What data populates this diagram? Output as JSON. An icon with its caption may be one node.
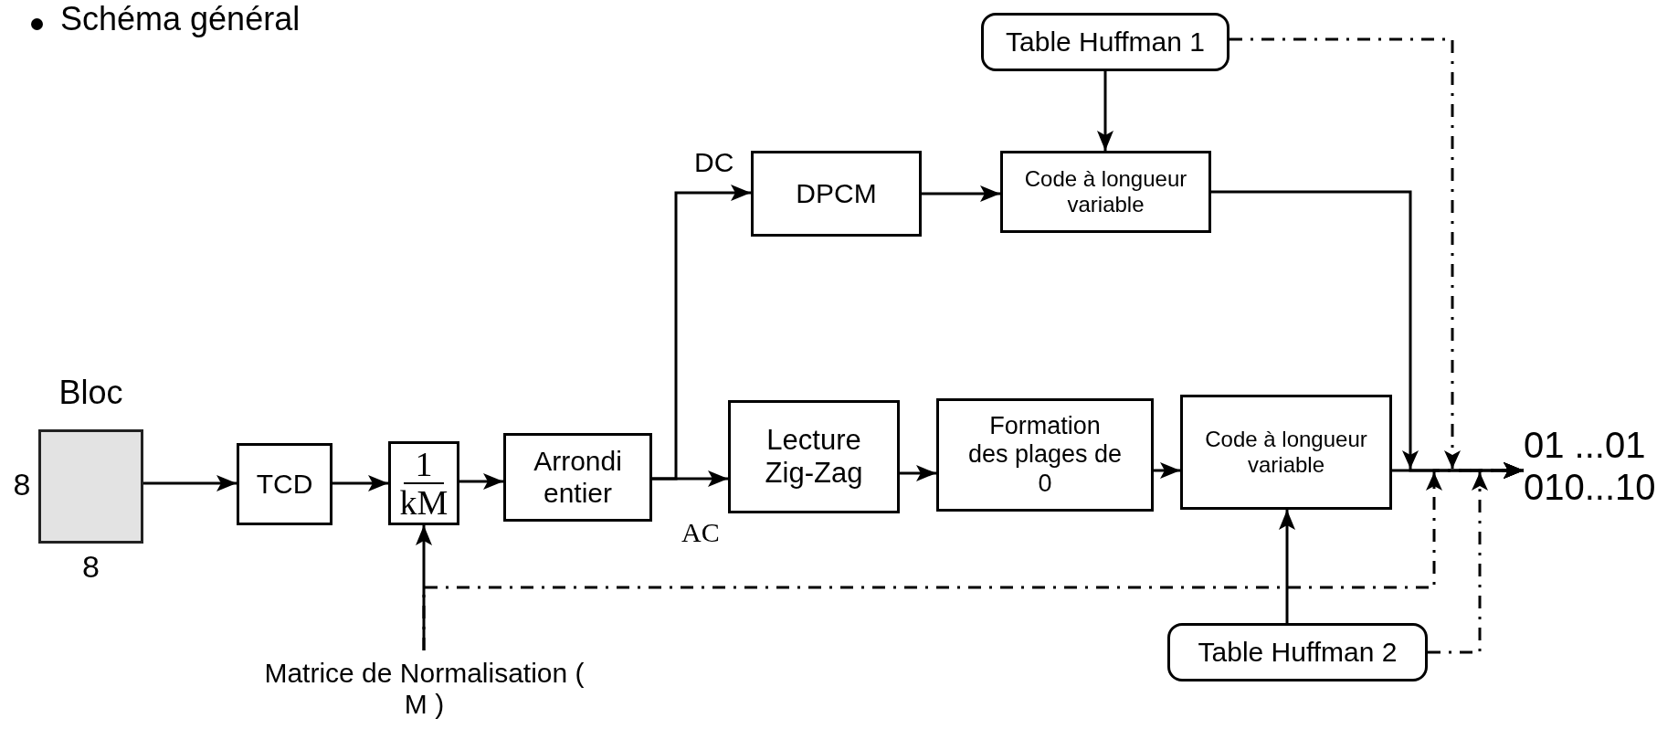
{
  "diagram": {
    "title": "Schéma général",
    "nodes": [
      {
        "text": [
          "Bloc"
        ],
        "beside": [
          "8",
          "8"
        ]
      },
      {
        "text": [
          "TCD"
        ]
      },
      {
        "text": [
          "1",
          "kM"
        ]
      },
      {
        "text": [
          "Arrondi entier"
        ]
      },
      {
        "text": [
          "DPCM"
        ]
      },
      {
        "text": [
          "Code à longueur variable"
        ]
      },
      {
        "text": [
          "Table Huffman 1"
        ]
      },
      {
        "text": [
          "Lecture Zig-Zag"
        ]
      },
      {
        "text": [
          "Formation des plages de 0"
        ]
      },
      {
        "text": [
          "Code à longueur variable"
        ]
      },
      {
        "text": [
          "Table Huffman 2"
        ]
      },
      {
        "text": [
          "Matrice de Normalisation ( M )"
        ]
      },
      {
        "text": [
          "01 ...01",
          "010...10"
        ]
      }
    ],
    "edges": [
      {
        "from": 0,
        "to": 1,
        "arrow": "to"
      },
      {
        "from": 1,
        "to": 2,
        "arrow": "to"
      },
      {
        "from": 2,
        "to": 3,
        "arrow": "to"
      },
      {
        "from": 3,
        "to": 4,
        "arrow": "to",
        "label": "DC"
      },
      {
        "from": 3,
        "to": 7,
        "arrow": "to",
        "label": "AC"
      },
      {
        "from": 4,
        "to": 5,
        "arrow": "to"
      },
      {
        "from": 6,
        "to": 5,
        "arrow": "to"
      },
      {
        "from": 7,
        "to": 8,
        "arrow": "to"
      },
      {
        "from": 8,
        "to": 9,
        "arrow": "to"
      },
      {
        "from": 10,
        "to": 9,
        "arrow": "to"
      },
      {
        "from": 9,
        "to": 12,
        "arrow": "to"
      },
      {
        "from": 5,
        "to": 12,
        "arrow": "to"
      },
      {
        "from": 6,
        "to": 12,
        "arrow": "to",
        "style": "dashed"
      },
      {
        "from": 11,
        "to": 12,
        "arrow": "to",
        "style": "dashed"
      },
      {
        "from": 10,
        "to": 12,
        "arrow": "to",
        "style": "dashed"
      },
      {
        "from": 11,
        "to": 2,
        "arrow": "to"
      }
    ]
  }
}
